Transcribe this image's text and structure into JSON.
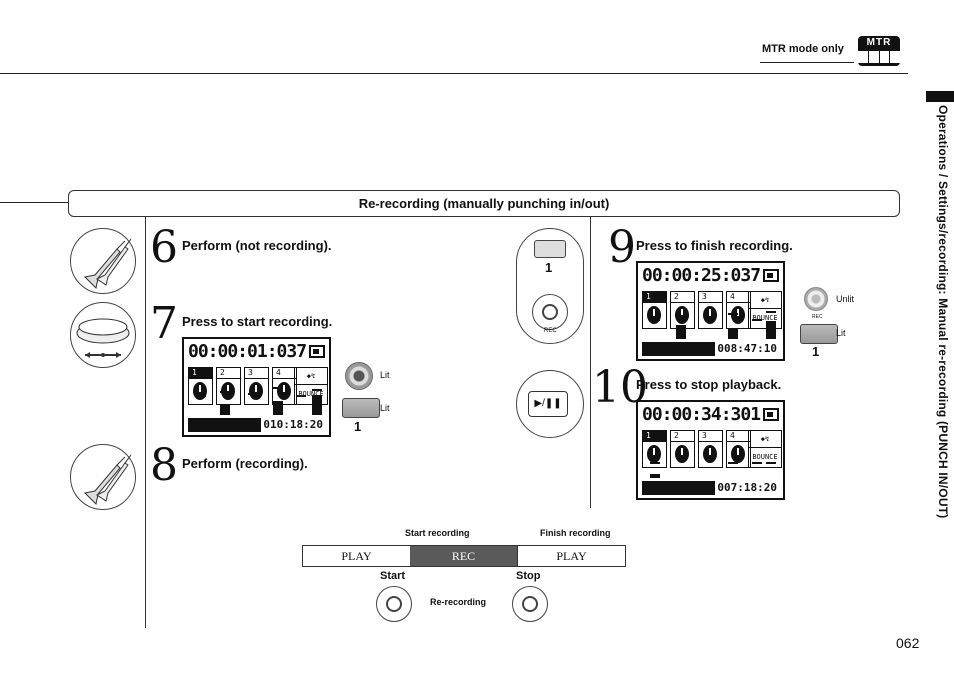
{
  "header": {
    "mtr_label": "MTR mode only",
    "mtr_badge": "MTR"
  },
  "sidebar": {
    "title": "Operations / Settings/recording: Manual re-recording (PUNCH IN/OUT)"
  },
  "section": {
    "title": "Re-recording (manually punching in/out)"
  },
  "steps": [
    {
      "num": "6",
      "text": "Perform (not recording)."
    },
    {
      "num": "7",
      "text": "Press to start recording."
    },
    {
      "num": "8",
      "text": "Perform (recording)."
    },
    {
      "num": "9",
      "text": "Press to finish recording."
    },
    {
      "num": "10",
      "text": "Press to stop playback."
    }
  ],
  "lcd7": {
    "time": "00:00:01:037",
    "counter": "010:18:20",
    "bounce": "BOUNCE"
  },
  "lcd9": {
    "time": "00:00:25:037",
    "counter": "008:47:10",
    "bounce": "BOUNCE"
  },
  "lcd10": {
    "time": "00:00:34:301",
    "counter": "007:18:20",
    "bounce": "BOUNCE"
  },
  "track_labels": [
    "1",
    "2",
    "3",
    "4"
  ],
  "indicators": {
    "lit": "Lit",
    "unlit": "Unlit",
    "rec": "REC",
    "button1": "1"
  },
  "timeline": {
    "start_recording": "Start recording",
    "finish_recording": "Finish recording",
    "segments": [
      "PLAY",
      "REC",
      "PLAY"
    ],
    "start": "Start",
    "stop": "Stop",
    "rerecording": "Re-recording"
  },
  "page": {
    "number": "062"
  }
}
